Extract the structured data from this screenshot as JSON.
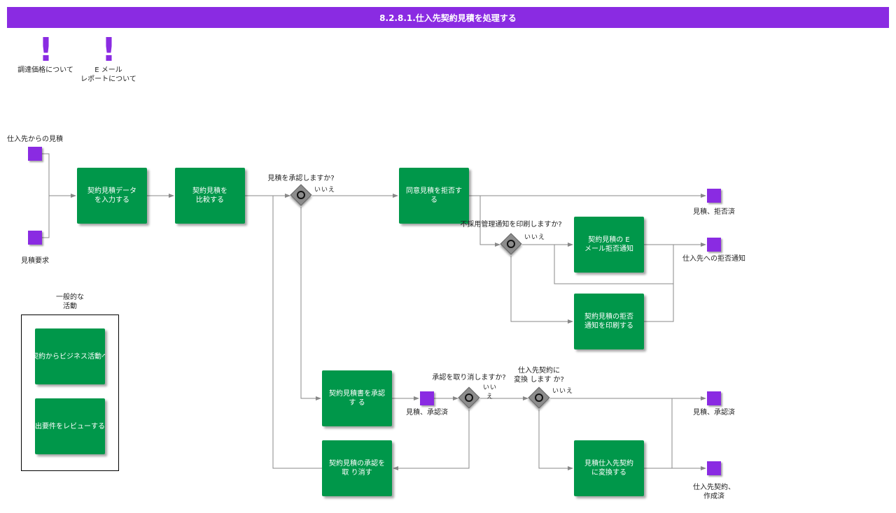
{
  "title": "8.2.8.1.仕入先契約見積を処理する",
  "notes": [
    {
      "label": "調達価格について"
    },
    {
      "label_line1": "E メール",
      "label_line2": "レポートについて"
    }
  ],
  "events": {
    "quote_from_supplier": "仕入先からの見積",
    "quote_request": "見積要求",
    "quote_rejected": "見積、拒否済",
    "rejection_notice_to_supplier": "仕入先への拒否通知",
    "quote_approved_mid": "見積、承認済",
    "quote_approved_end": "見積、承認済",
    "supplier_contract_created_line1": "仕入先契約、",
    "supplier_contract_created_line2": "作成済"
  },
  "tasks": {
    "enter_quote_data": "契約見積データ\nを入力する",
    "compare_quotes": "契約見積を\n比較する",
    "reject_agreed_quote": "同意見積を拒否す\nる",
    "email_rejection": "契約見積の E\nメール拒否通知",
    "print_rejection": "契約見積の拒否\n通知を印刷する",
    "approve_quote": "契約見積書を承認\nす る",
    "cancel_approval": "契約見積の承認を\n取 り消す",
    "convert_to_contract": "見積仕入先契約\nに変換する",
    "contract_to_business": "契約からビジネス活動へ",
    "review_requirements": "出要件をレビューする"
  },
  "gateways": {
    "approve_question": "見積を承認しますか?",
    "approve_no": "いいえ",
    "print_question": "不採用管理通知を印刷しますか?",
    "print_no": "いいえ",
    "cancel_question": "承認を取り消しますか?",
    "cancel_no_line1": "いい",
    "cancel_no_line2": "え",
    "convert_question_line1": "仕入先契約に",
    "convert_question_line2": "変換 します か?",
    "convert_no": "いいえ"
  },
  "group": {
    "label_line1": "一般的な",
    "label_line2": "活動"
  },
  "colors": {
    "title_bar": "#8a2be2",
    "task": "#00974a",
    "event": "#8a2be2",
    "gateway": "#8c8c8c",
    "edge": "#888888"
  }
}
